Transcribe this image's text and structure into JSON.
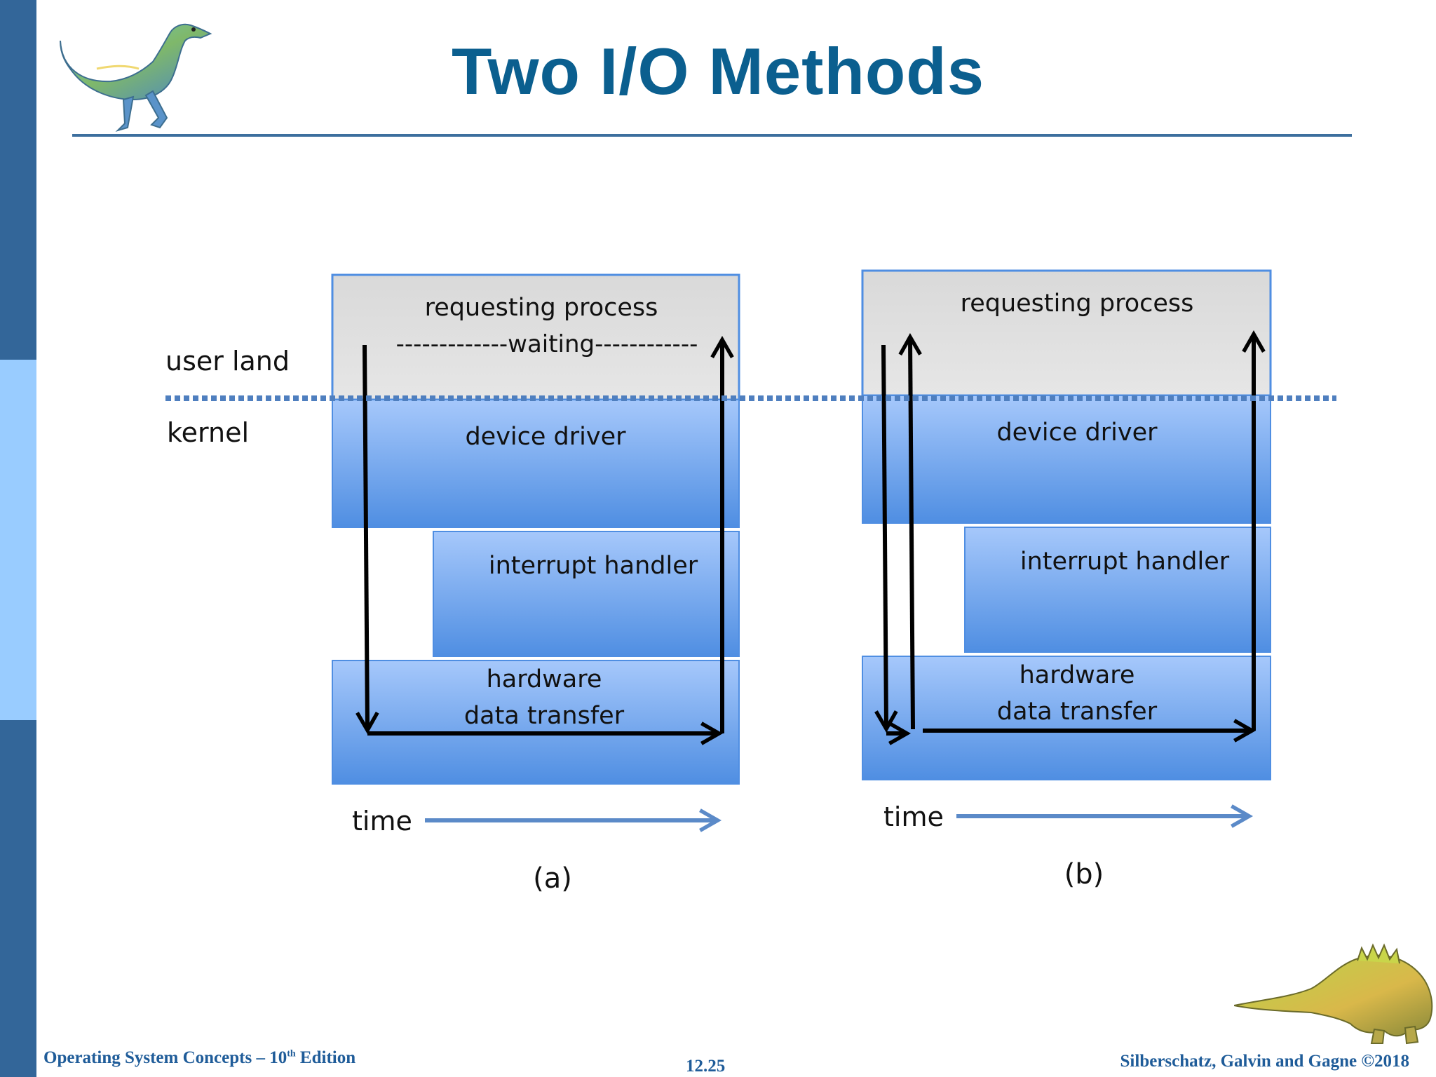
{
  "slide": {
    "title": "Two I/O Methods",
    "footer_left_prefix": "Operating System Concepts – 10",
    "footer_left_sup": "th",
    "footer_left_suffix": " Edition",
    "page_number": "12.25",
    "footer_right": "Silberschatz, Galvin and Gagne ©2018"
  },
  "diagram": {
    "row_labels": {
      "user": "user land",
      "kernel": "kernel"
    },
    "panel_a": {
      "requesting": "requesting process",
      "waiting": "-------------waiting------------",
      "driver": "device driver",
      "interrupt": "interrupt handler",
      "hw_line1": "hardware",
      "hw_line2": "data transfer",
      "time": "time",
      "caption": "(a)"
    },
    "panel_b": {
      "requesting": "requesting process",
      "driver": "device driver",
      "interrupt": "interrupt handler",
      "hw_line1": "hardware",
      "hw_line2": "data transfer",
      "time": "time",
      "caption": "(b)"
    }
  },
  "colors": {
    "accent_title": "#0b5f8f",
    "band_dark": "#336699",
    "band_light": "#99ccff",
    "box_blue_top": "#a6c8fb",
    "box_blue_bottom": "#4f8ee2",
    "process_gray": "#dcdcdc",
    "time_arrow": "#5b8ac8"
  },
  "icons": {
    "top_left": "dinosaur-icon",
    "bottom_right": "dinosaur-icon"
  }
}
